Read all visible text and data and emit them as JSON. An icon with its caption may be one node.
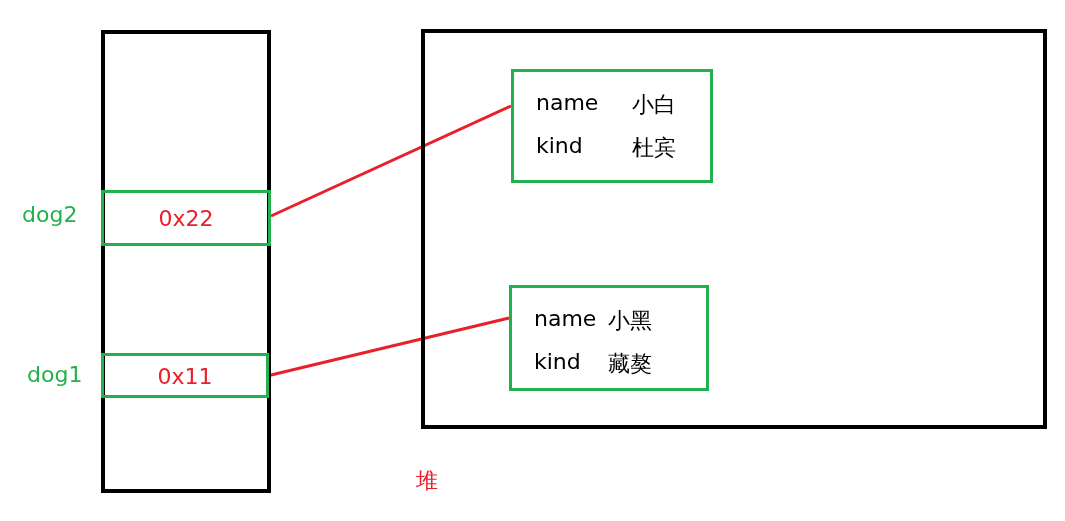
{
  "diagram": {
    "nodes": [
      {
        "text": [],
        "shape": "box"
      },
      {
        "text": [],
        "shape": "box",
        "beside": [
          "堆"
        ]
      },
      {
        "text": [
          "0x22"
        ],
        "in": 0,
        "beside": [
          "dog2"
        ]
      },
      {
        "text": [
          "0x11"
        ],
        "in": 0,
        "beside": [
          "dog1"
        ]
      },
      {
        "text": [
          "name",
          "小白",
          "kind",
          "杜宾"
        ],
        "in": 1
      },
      {
        "text": [
          "name",
          "小黑",
          "kind",
          "藏獒"
        ],
        "in": 1
      }
    ],
    "edges": [
      {
        "from": 2,
        "to": 4,
        "arrow": "none"
      },
      {
        "from": 3,
        "to": 5,
        "arrow": "none"
      }
    ]
  }
}
